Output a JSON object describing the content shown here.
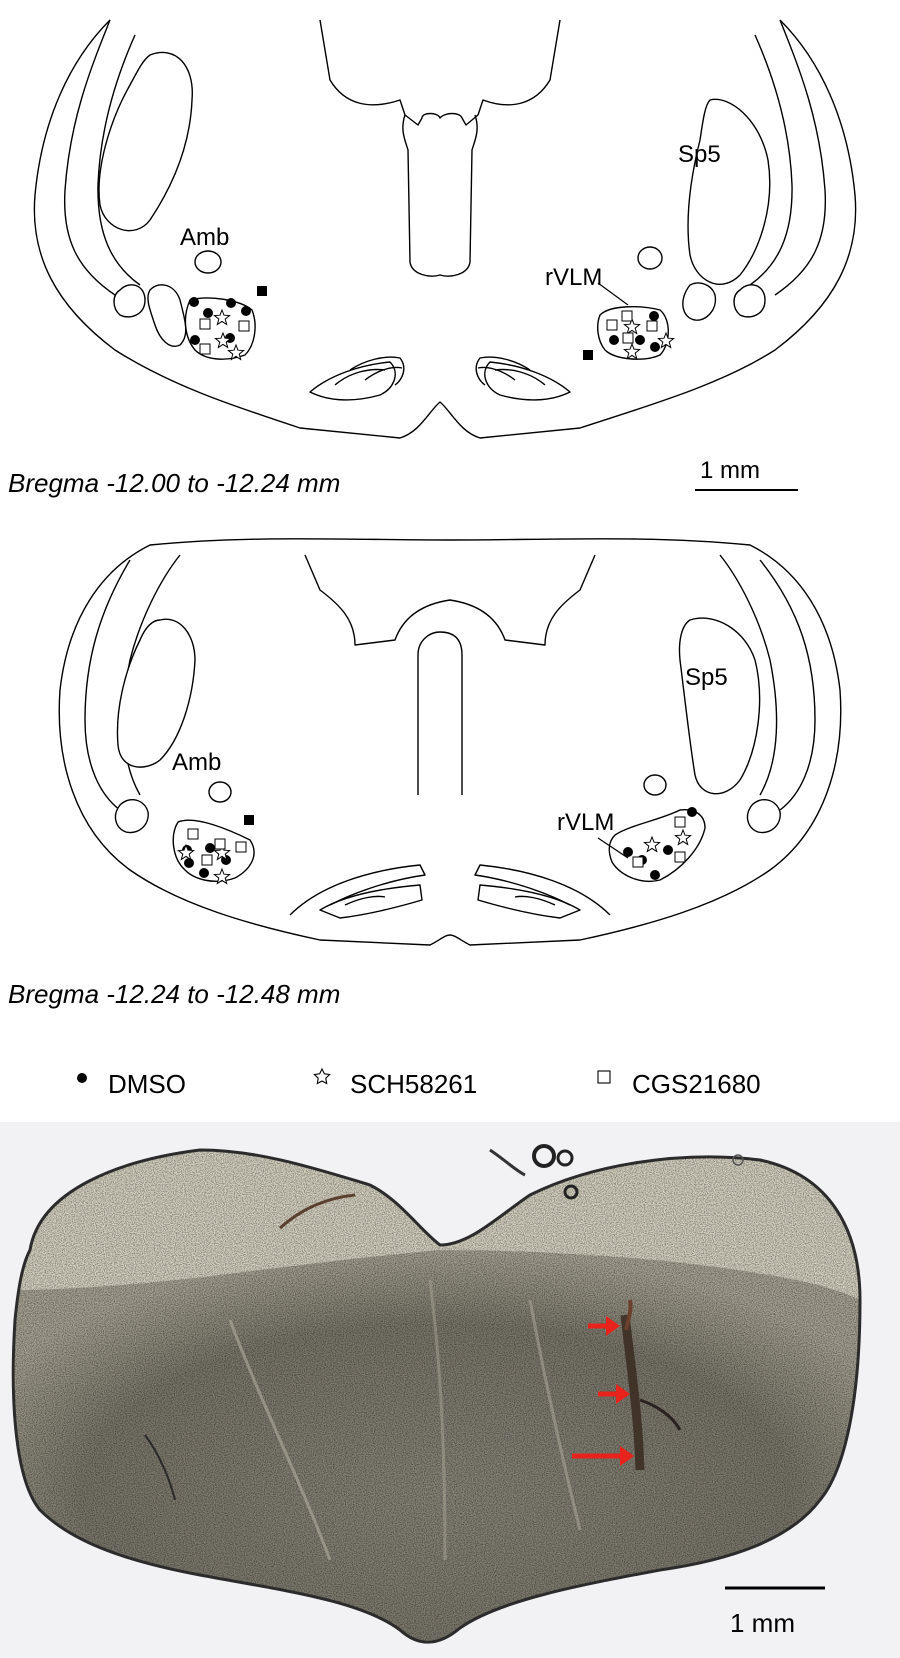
{
  "labels": {
    "sp5": "Sp5",
    "amb": "Amb",
    "rvlm": "rVLM",
    "bregma_top": "Bregma -12.00 to -12.24 mm",
    "bregma_bottom": "Bregma -12.24 to -12.48 mm",
    "scale_top": "1 mm",
    "scale_photo": "1 mm"
  },
  "legend": [
    {
      "symbol": "filled-circle",
      "label": "DMSO"
    },
    {
      "symbol": "open-star",
      "label": "SCH58261"
    },
    {
      "symbol": "open-square",
      "label": "CGS21680"
    }
  ],
  "colors": {
    "outline": "#000000",
    "arrow": "#e8231c",
    "tissue_light": "#d9d5c4",
    "tissue_dark": "#7f7b70",
    "background": "#ffffff"
  },
  "photo_arrows": 3
}
